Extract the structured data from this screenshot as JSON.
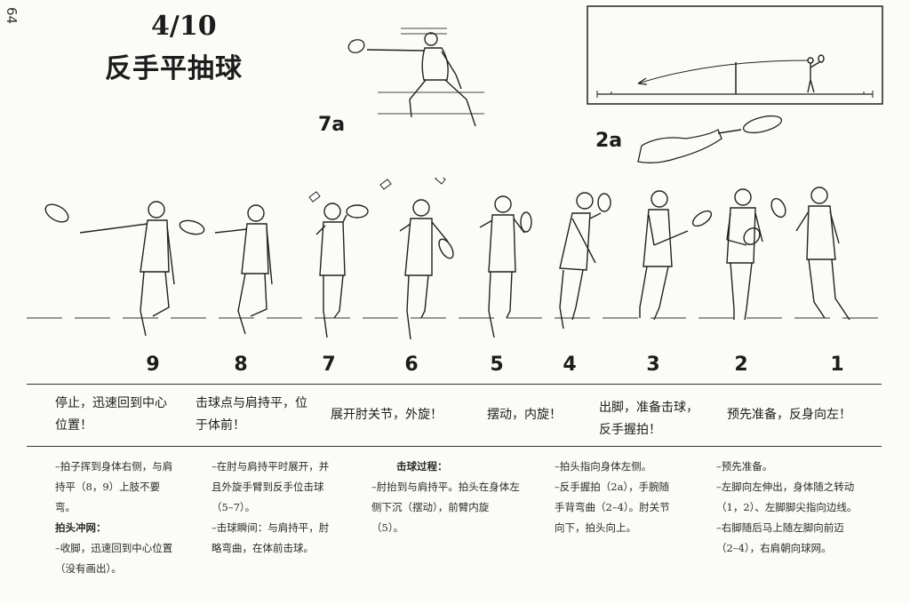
{
  "page": {
    "page_number": "64",
    "title_number": "4/10",
    "title": "反手平抽球"
  },
  "figure_labels": {
    "detail_7a": "7a",
    "detail_2a": "2a"
  },
  "frames": [
    "9",
    "8",
    "7",
    "6",
    "5",
    "4",
    "3",
    "2",
    "1"
  ],
  "phases": [
    "停止，迅速回到中心位置！",
    "击球点与肩持平，位于体前！",
    "展开肘关节，外旋！",
    "摆动，内旋！",
    "出脚，准备击球，反手握拍！",
    "预先准备，反身向左！"
  ],
  "notes": {
    "col1": [
      "–拍子挥到身体右侧，与肩持平（8，9）上肢不要弯。",
      "拍头冲网：",
      "–收脚，迅速回到中心位置（没有画出）。"
    ],
    "col2": [
      "–在肘与肩持平时展开，并且外旋手臂到反手位击球（5–7）。",
      "–击球瞬间：与肩持平，肘略弯曲，在体前击球。"
    ],
    "col3": [
      "击球过程：",
      "–肘抬到与肩持平。拍头在身体左侧下沉（摆动），前臂内旋（5）。"
    ],
    "col4": [
      "–拍头指向身体左侧。",
      "–反手握拍（2a），手腕随手背弯曲（2–4）。肘关节向下，拍头向上。"
    ],
    "col5": [
      "–预先准备。",
      "–左脚向左伸出，身体随之转动（1，2）、左脚脚尖指向边线。",
      "–右脚随后马上随左脚向前迈（2–4），右肩朝向球网。"
    ]
  }
}
